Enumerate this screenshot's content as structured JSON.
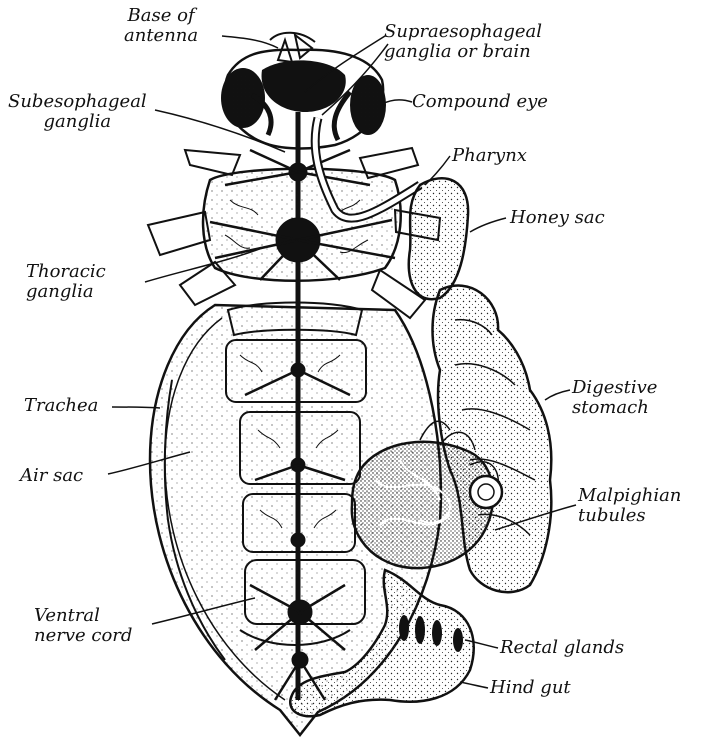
{
  "diagram": {
    "labels": {
      "base_of_antenna": [
        "Base of",
        "antenna"
      ],
      "brain": [
        "Supraesophageal",
        "ganglia or brain"
      ],
      "compound_eye": [
        "Compound eye"
      ],
      "subesophageal": [
        "Subesophageal",
        "ganglia"
      ],
      "pharynx": [
        "Pharynx"
      ],
      "honey_sac": [
        "Honey sac"
      ],
      "thoracic": [
        "Thoracic",
        "ganglia"
      ],
      "digestive": [
        "Digestive",
        "stomach"
      ],
      "trachea": [
        "Trachea"
      ],
      "air_sac": [
        "Air sac"
      ],
      "malpighian": [
        "Malpighian",
        "tubules"
      ],
      "ventral": [
        "Ventral",
        "nerve cord"
      ],
      "rectal": [
        "Rectal glands"
      ],
      "hind_gut": [
        "Hind gut"
      ]
    }
  }
}
